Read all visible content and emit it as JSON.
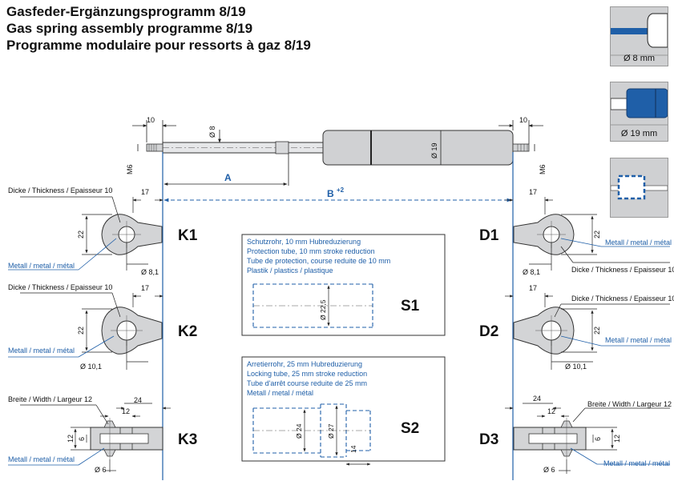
{
  "titles": {
    "de": "Gasfeder-Ergänzungsprogramm 8/19",
    "en": "Gas spring assembly programme 8/19",
    "fr": "Programme modulaire pour ressorts à gaz 8/19"
  },
  "legend": {
    "rod_label": "Ø 8 mm",
    "cylinder_label": "Ø 19 mm"
  },
  "spring": {
    "dim_10_left": "10",
    "dim_10_right": "10",
    "rod_dia": "Ø 8",
    "body_dia": "Ø 19",
    "thread_left": "M6",
    "thread_right": "M6",
    "dim_A": "A",
    "dim_B": "B",
    "dim_B_tol": "+2"
  },
  "K1": {
    "code": "K1",
    "thickness": "Dicke / Thickness / Epaisseur 10",
    "material": "Metall / metal / métal",
    "dim_17": "17",
    "dim_22": "22",
    "hole": "Ø 8,1"
  },
  "K2": {
    "code": "K2",
    "thickness": "Dicke / Thickness / Epaisseur 10",
    "material": "Metall / metal / métal",
    "dim_17": "17",
    "dim_22": "22",
    "hole": "Ø 10,1"
  },
  "K3": {
    "code": "K3",
    "width": "Breite / Width / Largeur 12",
    "material": "Metall / metal / métal",
    "dim_24": "24",
    "dim_12_top": "12",
    "dim_12_side": "12",
    "dim_6": "6",
    "hole": "Ø 6"
  },
  "D1": {
    "code": "D1",
    "thickness": "Dicke / Thickness / Epaisseur 10",
    "material": "Metall / metal / métal",
    "dim_17": "17",
    "dim_22": "22",
    "hole": "Ø 8,1"
  },
  "D2": {
    "code": "D2",
    "thickness": "Dicke / Thickness / Epaisseur 10",
    "material": "Metall / metal / métal",
    "dim_17": "17",
    "dim_22": "22",
    "hole": "Ø 10,1"
  },
  "D3": {
    "code": "D3",
    "width": "Breite / Width / Largeur 12",
    "material": "Metall / metal / métal",
    "dim_24": "24",
    "dim_12_top": "12",
    "dim_12_side": "12",
    "dim_6": "6",
    "hole": "Ø 6"
  },
  "S1": {
    "code": "S1",
    "lines": [
      "Schutzrohr, 10 mm Hubreduzierung",
      "Protection tube, 10 mm stroke reduction",
      "Tube de protection, course reduite de 10 mm",
      "Plastik / plastics / plastique"
    ],
    "dia": "Ø 22,5"
  },
  "S2": {
    "code": "S2",
    "lines": [
      "Arretierrohr, 25 mm Hubreduzierung",
      "Locking tube, 25 mm stroke reduction",
      "Tube d'arrêt course reduite de 25 mm",
      "Metall / metal / métal"
    ],
    "dia_24": "Ø 24",
    "dia_27": "Ø 27",
    "dim_14": "14"
  },
  "colors": {
    "blue": "#1f5fa8",
    "grey": "#c9cacc",
    "panel": "#cfd0d2"
  }
}
